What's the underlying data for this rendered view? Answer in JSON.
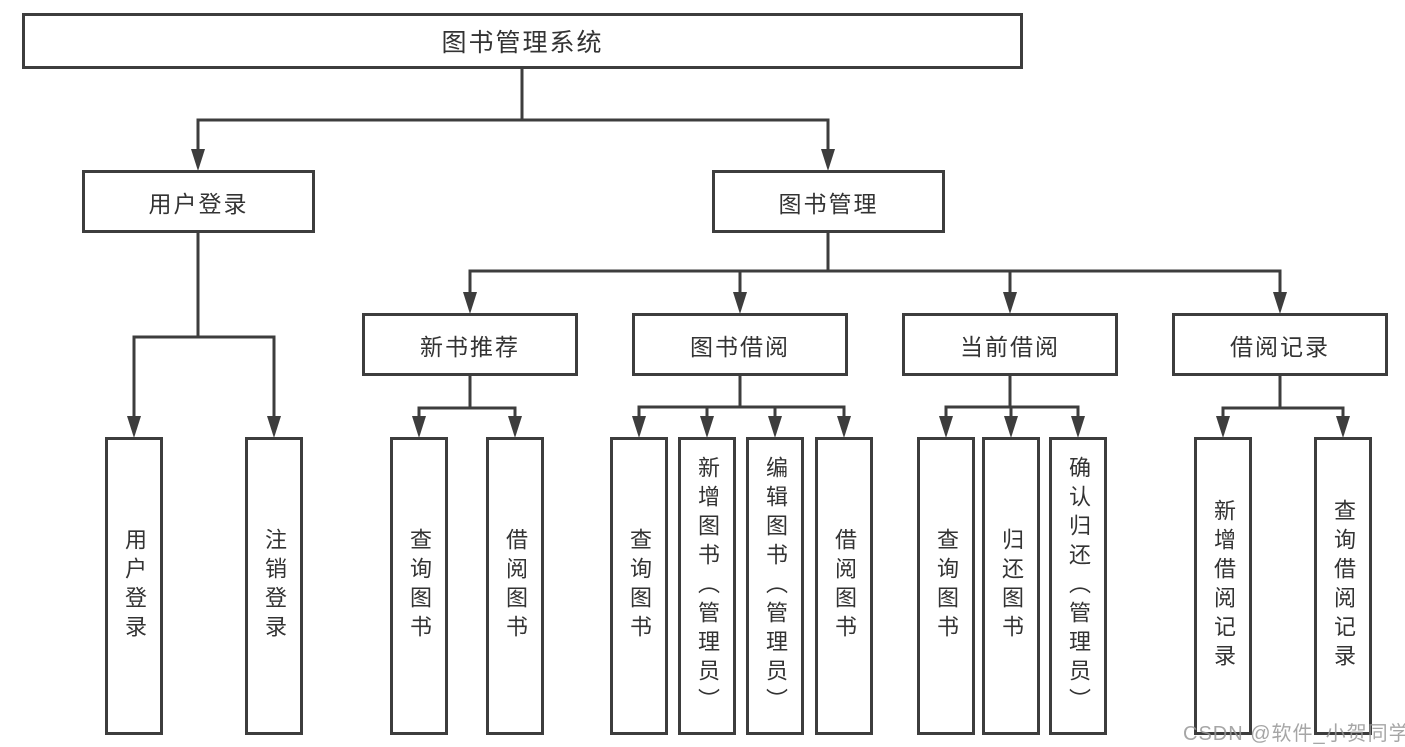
{
  "title": "图书管理系统",
  "watermark": "CSDN @软件_小贺同学",
  "colors": {
    "line": "#3d3d3d",
    "box_border": "#3d3d3d",
    "text": "#333333",
    "background": "#ffffff",
    "watermark": "#969696"
  },
  "tree": {
    "root": {
      "label": "图书管理系统"
    },
    "branches": [
      {
        "label": "用户登录",
        "children": [
          {
            "label": "用户登录"
          },
          {
            "label": "注销登录"
          }
        ]
      },
      {
        "label": "图书管理",
        "children": [
          {
            "label": "新书推荐",
            "children": [
              {
                "label": "查询图书"
              },
              {
                "label": "借阅图书"
              }
            ]
          },
          {
            "label": "图书借阅",
            "children": [
              {
                "label": "查询图书"
              },
              {
                "label": "新增图书（管理员）"
              },
              {
                "label": "编辑图书（管理员）"
              },
              {
                "label": "借阅图书"
              }
            ]
          },
          {
            "label": "当前借阅",
            "children": [
              {
                "label": "查询图书"
              },
              {
                "label": "归还图书"
              },
              {
                "label": "确认归还（管理员）"
              }
            ]
          },
          {
            "label": "借阅记录",
            "children": [
              {
                "label": "新增借阅记录"
              },
              {
                "label": "查询借阅记录"
              }
            ]
          }
        ]
      }
    ]
  }
}
